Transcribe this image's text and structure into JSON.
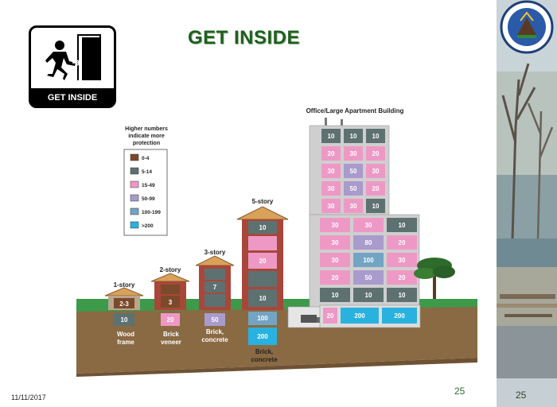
{
  "header": {
    "title": "GET INSIDE"
  },
  "logo": {
    "label": "GET INSIDE"
  },
  "footer": {
    "date": "11/11/2017",
    "page_number": "25",
    "page_number_strip": "25"
  },
  "legend": {
    "heading_lines": [
      "Higher numbers",
      "indicate more",
      "protection"
    ],
    "items": [
      {
        "label": "0-4",
        "color": "#7b4a2b"
      },
      {
        "label": "5-14",
        "color": "#5e7171"
      },
      {
        "label": "15-49",
        "color": "#ee99c5"
      },
      {
        "label": "50-99",
        "color": "#a99bcc"
      },
      {
        "label": "100-199",
        "color": "#73a4c4"
      },
      {
        "label": ">200",
        "color": "#29b2df"
      }
    ]
  },
  "buildings": {
    "house1": {
      "title": "1-story",
      "caption": [
        "Wood",
        "frame"
      ],
      "values": [
        "2-3",
        "10"
      ]
    },
    "house2": {
      "title": "2-story",
      "caption": [
        "Brick",
        "veneer"
      ],
      "values": [
        "3",
        "20"
      ]
    },
    "house3": {
      "title": "3-story",
      "caption": [
        "Brick,",
        "concrete"
      ],
      "values": [
        "7",
        "50"
      ]
    },
    "house5": {
      "title": "5-story",
      "caption": [
        "Brick,",
        "concrete"
      ],
      "values": [
        "10",
        "20",
        "10",
        "100",
        "200"
      ]
    },
    "office": {
      "title": "Office/Large Apartment Building",
      "tower_rows": [
        [
          "10",
          "10",
          "10"
        ],
        [
          "20",
          "30",
          "20"
        ],
        [
          "30",
          "50",
          "30"
        ],
        [
          "30",
          "50",
          "20"
        ],
        [
          "30",
          "30",
          "10"
        ]
      ],
      "wide_rows": [
        [
          "30",
          "30",
          "10"
        ],
        [
          "30",
          "80",
          "20"
        ],
        [
          "30",
          "100",
          "30"
        ],
        [
          "20",
          "50",
          "20"
        ],
        [
          "10",
          "10",
          "10"
        ]
      ],
      "basement_row": [
        "20",
        "200",
        "200"
      ]
    }
  }
}
